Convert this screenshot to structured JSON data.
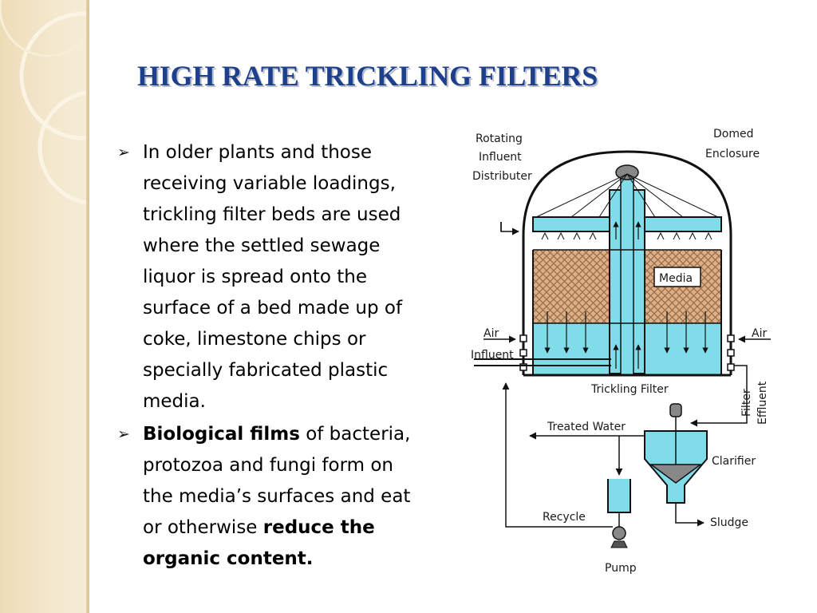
{
  "title": "HIGH RATE TRICKLING FILTERS",
  "bullets": [
    {
      "lines": [
        "In older plants and those",
        "receiving variable loadings,",
        "trickling filter beds are used",
        "where the settled sewage",
        "liquor is spread onto the",
        "surface of a bed made up of",
        "coke, limestone chips or",
        "specially fabricated plastic",
        "media."
      ]
    },
    {
      "l1_bold": "Biological films",
      "l1_rest": " of bacteria,",
      "l2": "protozoa and fungi form on",
      "l3": "the media’s surfaces and eat",
      "l4_pre": "or otherwise ",
      "l4_bold": "reduce the",
      "l5_bold": "organic content."
    }
  ],
  "diagram": {
    "labels": {
      "rotating": "Rotating",
      "influent_top": "Influent",
      "distributer": "Distributer",
      "domed": "Domed",
      "enclosure": "Enclosure",
      "media": "Media",
      "air_left": "Air",
      "air_right": "Air",
      "influent": "Influent",
      "trickling_filter": "Trickling Filter",
      "filter": "Filter",
      "effluent": "Effluent",
      "treated_water": "Treated Water",
      "clarifier": "Clarifier",
      "recycle": "Recycle",
      "sludge": "Sludge",
      "pump": "Pump"
    },
    "colors": {
      "water": "#7fdce8",
      "media": "#d9b089",
      "line": "#111111"
    }
  }
}
